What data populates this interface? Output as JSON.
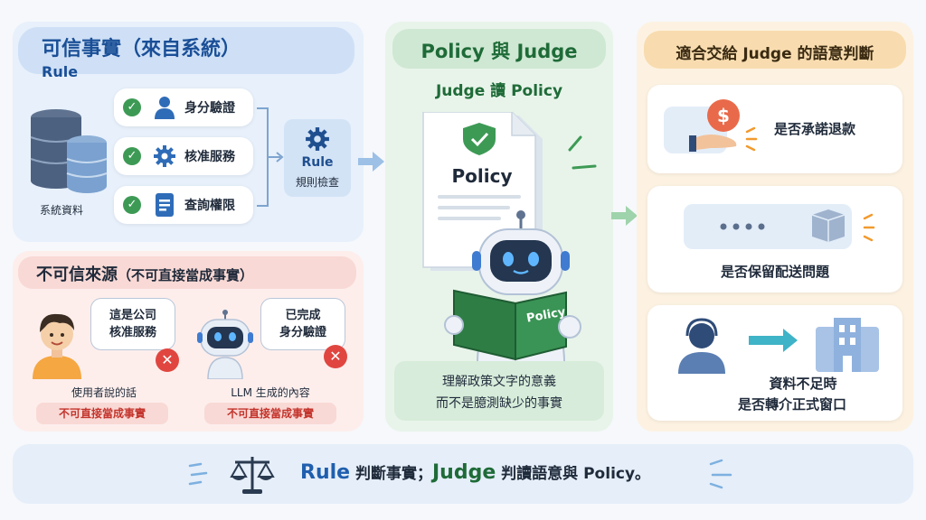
{
  "trusted": {
    "title": "可信事實（來自系統）",
    "subtitle": "Rule",
    "db_label": "系統資料",
    "checks": [
      {
        "label": "身分驗證",
        "icon": "user-icon"
      },
      {
        "label": "核准服務",
        "icon": "gear-icon"
      },
      {
        "label": "查詢權限",
        "icon": "document-icon"
      }
    ],
    "rule_box": {
      "title": "Rule",
      "label": "規則檢查"
    }
  },
  "untrusted": {
    "title": "不可信來源",
    "title_note": "（不可直接當成事實）",
    "user": {
      "bubble": [
        "這是公司",
        "核准服務"
      ],
      "label": "使用者說的話",
      "tag": "不可直接當成事實"
    },
    "llm": {
      "bubble": [
        "已完成",
        "身分驗證"
      ],
      "label": "LLM 生成的內容",
      "tag": "不可直接當成事實"
    }
  },
  "policy": {
    "title": "Policy 與 Judge",
    "subtitle": "Judge 讀 Policy",
    "doc_label": "Policy",
    "book_label": "Policy",
    "caption": [
      "理解政策文字的意義",
      "而不是臆測缺少的事實"
    ]
  },
  "semantic": {
    "title": "適合交給 Judge 的語意判斷",
    "items": [
      {
        "label": "是否承諾退款",
        "icon": "refund-hand-icon"
      },
      {
        "label": "是否保留配送問題",
        "icon": "package-chat-icon"
      },
      {
        "label_lines": [
          "資料不足時",
          "是否轉介正式窗口"
        ],
        "icon": "agent-to-office-icon"
      }
    ]
  },
  "footer": {
    "rule": "Rule",
    "rule_text": " 判斷事實；",
    "judge": "Judge",
    "judge_text": " 判讀語意與 Policy。"
  },
  "colors": {
    "trusted_bg": "#e7f0fb",
    "untrusted_bg": "#fdeeec",
    "policy_bg": "#e8f4ea",
    "semantic_bg": "#fdf2e2",
    "footer_bg": "#e5eef9",
    "rule_blue": "#1f5fae",
    "judge_green": "#1f6b38"
  }
}
